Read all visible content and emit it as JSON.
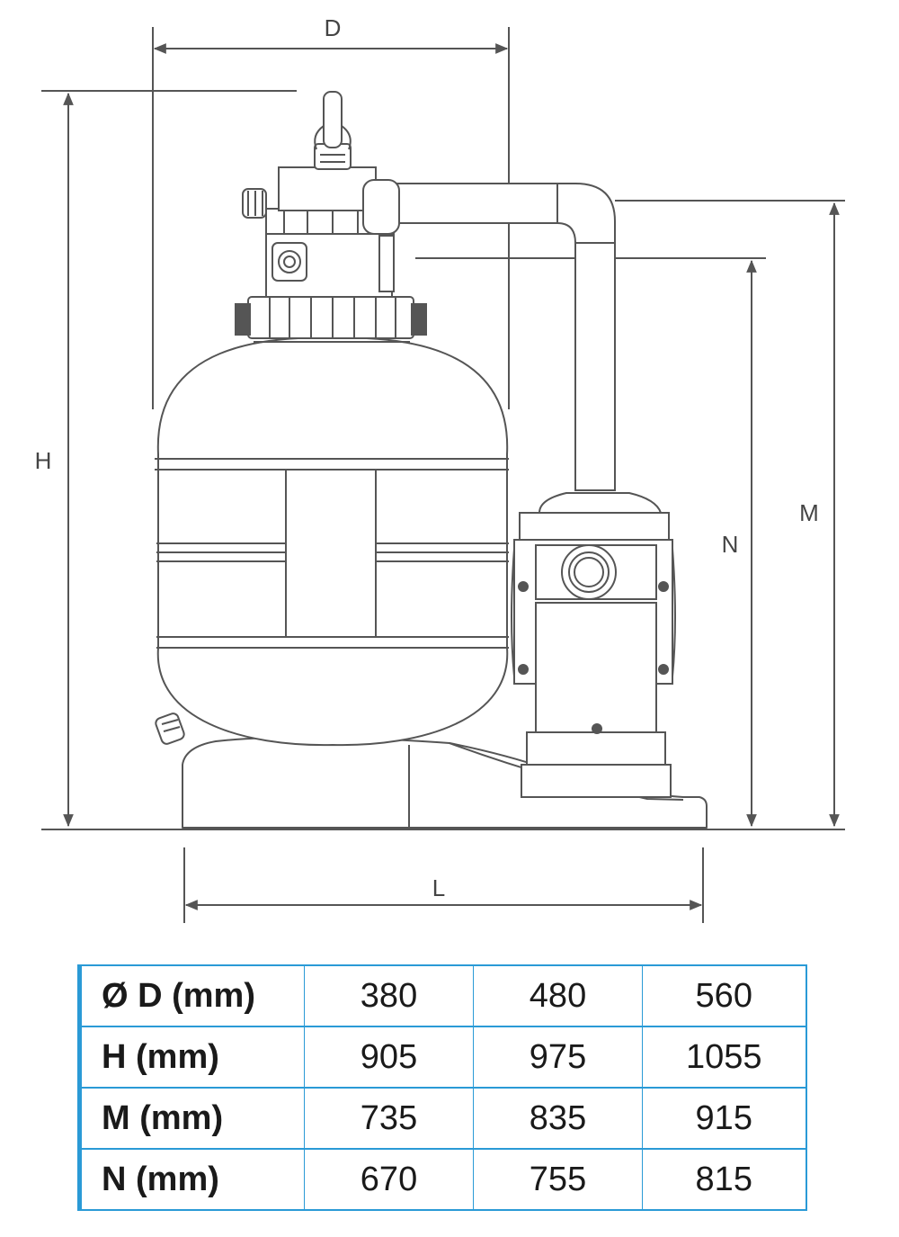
{
  "dimension_labels": {
    "d": "D",
    "h": "H",
    "m": "M",
    "n": "N",
    "l": "L"
  },
  "table": {
    "rows": [
      {
        "label": "Ø D (mm)",
        "values": [
          "380",
          "480",
          "560"
        ]
      },
      {
        "label": "H (mm)",
        "values": [
          "905",
          "975",
          "1055"
        ]
      },
      {
        "label": "M (mm)",
        "values": [
          "735",
          "835",
          "915"
        ]
      },
      {
        "label": "N (mm)",
        "values": [
          "670",
          "755",
          "815"
        ]
      }
    ]
  },
  "colors": {
    "line": "#555555",
    "table_border": "#2a9ad6"
  }
}
